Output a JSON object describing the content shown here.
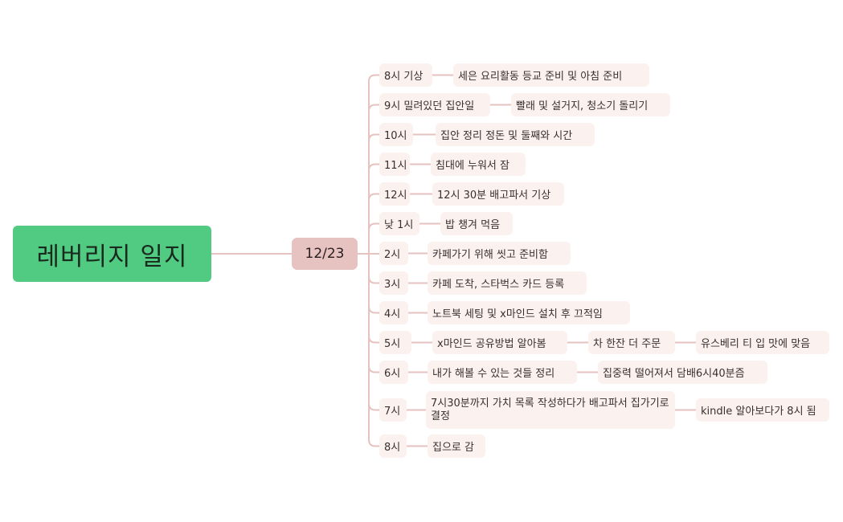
{
  "root": {
    "title": "레버리지 일지"
  },
  "date": {
    "label": "12/23"
  },
  "colors": {
    "root_bg": "#51ca82",
    "date_bg": "#e6c2c1",
    "node_bg": "#fbf1ef",
    "line": "#e6c2c1"
  },
  "rows": [
    {
      "time": "8시 기상",
      "items": [
        "세은 요리활동 등교 준비 및 아침 준비"
      ]
    },
    {
      "time": "9시 밀려있던 집안일",
      "items": [
        "빨래 및 설거지, 청소기 돌리기"
      ]
    },
    {
      "time": "10시",
      "items": [
        "집안 정리 정돈 및 둘째와 시간"
      ]
    },
    {
      "time": "11시",
      "items": [
        "침대에 누워서 잠"
      ]
    },
    {
      "time": "12시",
      "items": [
        "12시 30분 배고파서 기상"
      ]
    },
    {
      "time": "낮 1시",
      "items": [
        "밥 챙겨 먹음"
      ]
    },
    {
      "time": "2시",
      "items": [
        "카페가기 위해 씻고 준비함"
      ]
    },
    {
      "time": "3시",
      "items": [
        "카페 도착, 스타벅스 카드 등록"
      ]
    },
    {
      "time": "4시",
      "items": [
        "노트북 세팅 및 x마인드 설치 후 끄적임"
      ]
    },
    {
      "time": "5시",
      "items": [
        "x마인드 공유방법 알아봄",
        "차 한잔 더 주문",
        "유스베리 티 입 맛에 맞음"
      ]
    },
    {
      "time": "6시",
      "items": [
        "내가 해볼 수 있는 것들 정리",
        "집중력 떨어져서 담배6시40분즘"
      ]
    },
    {
      "time": "7시",
      "items": [
        "7시30분까지 가치 목록 작성하다가 배고파서 집가기로 결정",
        "kindle 알아보다가 8시 됨"
      ]
    },
    {
      "time": "8시",
      "items": [
        "집으로 감"
      ]
    }
  ]
}
